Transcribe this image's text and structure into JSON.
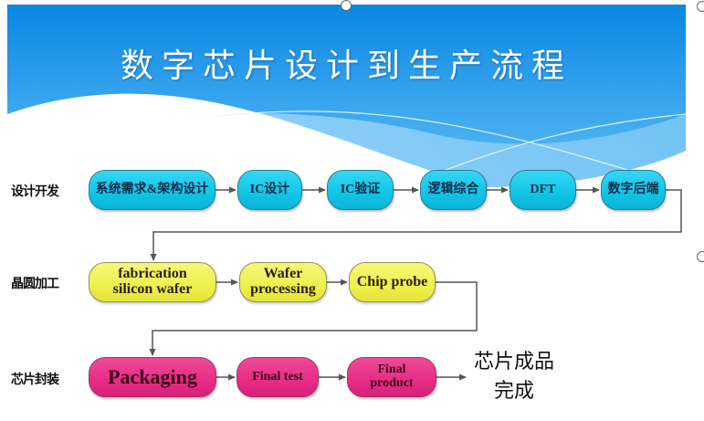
{
  "title": "数字芯片设计到生产流程",
  "colors": {
    "banner_top": "#0a86e2",
    "banner_bottom": "#5bbcf3",
    "cyan_node": "#11c4e6",
    "yellow_node": "#eef04c",
    "pink_node": "#e62c86",
    "connector": "#555555"
  },
  "stages": [
    {
      "label": "设计开发",
      "color": "cyan",
      "steps": [
        "系统需求&架构设计",
        "IC设计",
        "IC验证",
        "逻辑综合",
        "DFT",
        "数字后端"
      ]
    },
    {
      "label": "晶圆加工",
      "color": "yellow",
      "steps": [
        "fabrication silicon wafer",
        "Wafer processing",
        "Chip probe"
      ]
    },
    {
      "label": "芯片封装",
      "color": "pink",
      "steps": [
        "Packaging",
        "Final test",
        "Final product"
      ]
    }
  ],
  "final": {
    "line1": "芯片成品",
    "line2": "完成"
  }
}
